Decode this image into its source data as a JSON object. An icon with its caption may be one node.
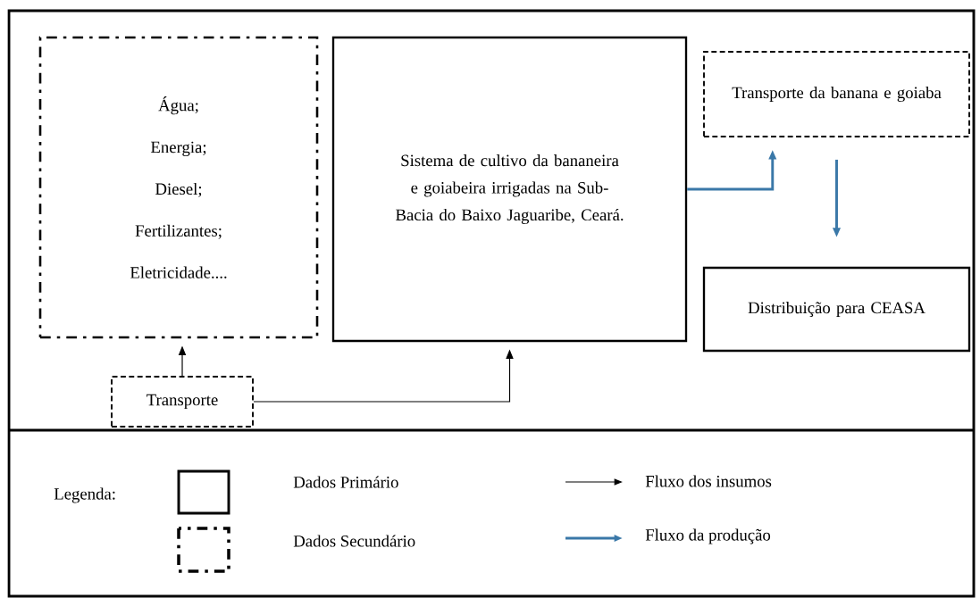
{
  "diagram": {
    "nodes": [
      {
        "text": [
          "Água;",
          "Energia;",
          "Diesel;",
          "Fertilizantes;",
          "Eletricidade...."
        ]
      },
      {
        "text": [
          "Sistema de cultivo da bananeira e goiabeira irrigadas na Sub-Bacia do Baixo Jaguaribe, Ceará."
        ]
      },
      {
        "text": [
          "Transporte da banana e goiaba"
        ]
      },
      {
        "text": [
          "Distribuição para CEASA"
        ]
      },
      {
        "text": [
          "Transporte"
        ]
      }
    ],
    "edges": [
      {
        "from": 4,
        "to": 0,
        "arrow": "to"
      },
      {
        "from": 4,
        "to": 1,
        "arrow": "to"
      },
      {
        "from": 1,
        "to": 2,
        "arrow": "to",
        "style": "thick",
        "color": "#3a78a8"
      },
      {
        "from": 2,
        "to": 3,
        "arrow": "to",
        "style": "thick",
        "color": "#3a78a8"
      }
    ],
    "labels": [
      "Legenda:"
    ],
    "legend": [
      {
        "text": "Dados Primário"
      },
      {
        "text": "Dados Secundário"
      },
      {
        "text": "Fluxo dos insumos"
      },
      {
        "text": "Fluxo da produção"
      }
    ]
  }
}
